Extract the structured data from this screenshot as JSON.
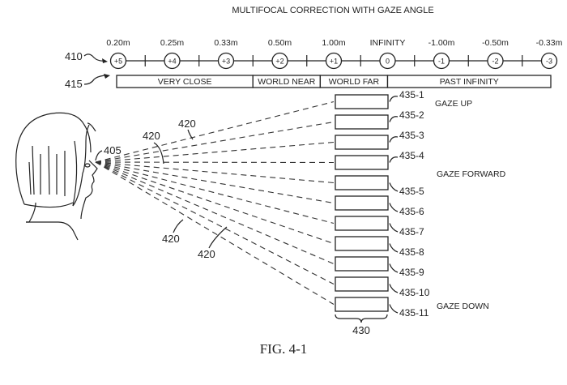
{
  "title": "MULTIFOCAL CORRECTION WITH GAZE ANGLE",
  "figure_caption": "FIG. 4-1",
  "scale": {
    "ref_label": "410",
    "points": [
      {
        "distance": "0.20m",
        "diopter": "+5"
      },
      {
        "distance": "0.25m",
        "diopter": "+4"
      },
      {
        "distance": "0.33m",
        "diopter": "+3"
      },
      {
        "distance": "0.50m",
        "diopter": "+2"
      },
      {
        "distance": "1.00m",
        "diopter": "+1"
      },
      {
        "distance": "INFINITY",
        "diopter": "0"
      },
      {
        "distance": "-1.00m",
        "diopter": "-1"
      },
      {
        "distance": "-0.50m",
        "diopter": "-2"
      },
      {
        "distance": "-0.33m",
        "diopter": "-3"
      }
    ]
  },
  "zones": {
    "ref_label": "415",
    "items": [
      {
        "label": "VERY CLOSE",
        "from": "+5",
        "to": "+2.5"
      },
      {
        "label": "WORLD NEAR",
        "from": "+2.5",
        "to": "+1.25"
      },
      {
        "label": "WORLD FAR",
        "from": "+1.25",
        "to": "0"
      },
      {
        "label": "PAST INFINITY",
        "from": "0",
        "to": "-3"
      }
    ]
  },
  "eye_label": "405",
  "ray_labels": [
    "420",
    "420",
    "420",
    "420"
  ],
  "lens_stack": {
    "ref_label": "430",
    "segments": [
      "435-1",
      "435-2",
      "435-3",
      "435-4",
      "435-5",
      "435-6",
      "435-7",
      "435-8",
      "435-9",
      "435-10",
      "435-11"
    ]
  },
  "gaze_labels": {
    "up": "GAZE UP",
    "forward": "GAZE FORWARD",
    "down": "GAZE DOWN"
  }
}
